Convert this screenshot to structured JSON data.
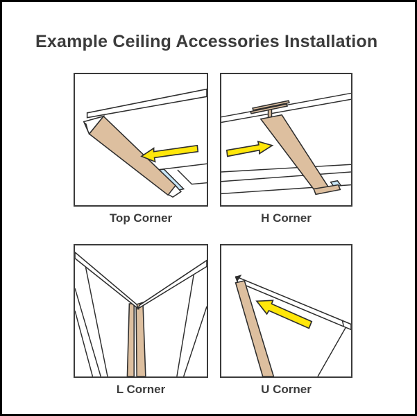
{
  "title": "Example Ceiling Accessories Installation",
  "panels": [
    {
      "label": "Top Corner",
      "arrow_icon": "left-arrow-icon"
    },
    {
      "label": "H Corner",
      "arrow_icon": "right-arrow-icon"
    },
    {
      "label": "L Corner",
      "arrow_icon": null
    },
    {
      "label": "U Corner",
      "arrow_icon": "up-left-arrow-icon"
    }
  ],
  "colors": {
    "trim-tan": "#ddbf9f",
    "accent-blue": "#c9e7f8",
    "arrow-yellow": "#ffe70a",
    "line-dark": "#2e2e2e",
    "text-dark": "#3b3b3b",
    "panel-border": "#3a3a3a",
    "border-black": "#000000",
    "page-bg": "#ffffff"
  }
}
